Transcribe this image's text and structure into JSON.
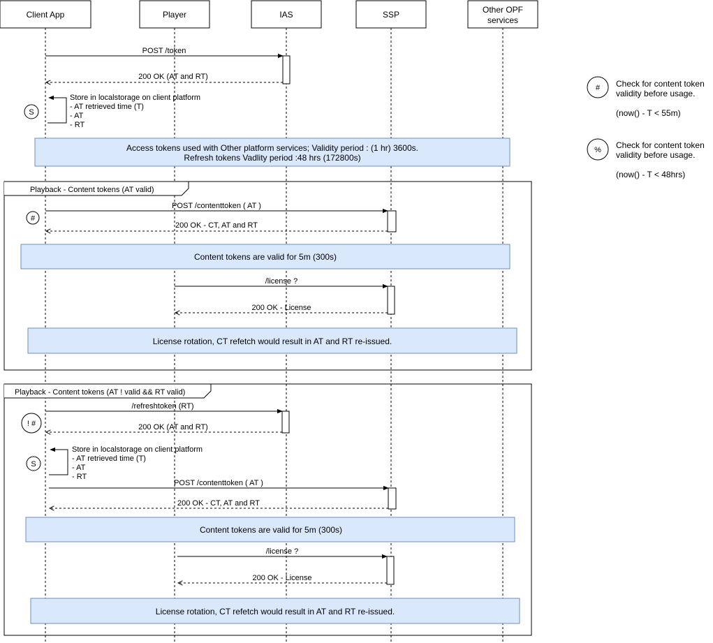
{
  "actors": [
    {
      "key": "client",
      "label": "Client App"
    },
    {
      "key": "player",
      "label": "Player"
    },
    {
      "key": "ias",
      "label": "IAS"
    },
    {
      "key": "ssp",
      "label": "SSP"
    },
    {
      "key": "opf",
      "label_line1": "Other OPF",
      "label_line2": "services"
    }
  ],
  "top": {
    "post_token": "POST /token",
    "ok_token": "200 OK (AT and RT)",
    "store": {
      "marker": "S",
      "lines": [
        "Store in localstorage on client platform",
        "- AT retrieved time (T)",
        "- AT",
        "- RT"
      ]
    },
    "note": {
      "line1": "Access tokens used with Other platform services; Validity period : (1 hr) 3600s.",
      "line2": "Refresh tokens Vadlity period :48 hrs (172800s)"
    }
  },
  "frame1": {
    "title": "Playback - Content tokens (AT valid)",
    "marker": "#",
    "post_content": "POST /contenttoken ( AT )",
    "ok_content": "200 OK - CT, AT and RT",
    "note_valid": "Content tokens are valid for 5m (300s)",
    "license_req": "/license ?",
    "license_ok": "200 OK - License",
    "note_rotation": "License rotation, CT refetch would result in AT and RT re-issued."
  },
  "frame2": {
    "title": "Playback - Content tokens (AT ! valid && RT valid)",
    "marker": "! #",
    "refresh": "/refreshtoken (RT)",
    "ok_refresh": "200 OK (AT and RT)",
    "store": {
      "marker": "S",
      "lines": [
        "Store in localstorage on client platform",
        "- AT retrieved time (T)",
        "- AT",
        "- RT"
      ]
    },
    "post_content": "POST /contenttoken ( AT )",
    "ok_content": "200 OK - CT, AT and RT",
    "note_valid": "Content tokens are valid for 5m (300s)",
    "license_req": "/license ?",
    "license_ok": "200 OK - License",
    "note_rotation": "License rotation, CT refetch would result in AT and RT re-issued."
  },
  "legend": [
    {
      "marker": "#",
      "line1": "Check for content token",
      "line2": "validity before usage.",
      "line3": "(now() - T < 55m)"
    },
    {
      "marker": "%",
      "line1": "Check for content token",
      "line2": "validity before usage.",
      "line3": "(now() - T <  48hrs)"
    }
  ],
  "colors": {
    "note_fill": "#dae8fc",
    "note_stroke": "#6c8ebf",
    "line": "#000000"
  }
}
